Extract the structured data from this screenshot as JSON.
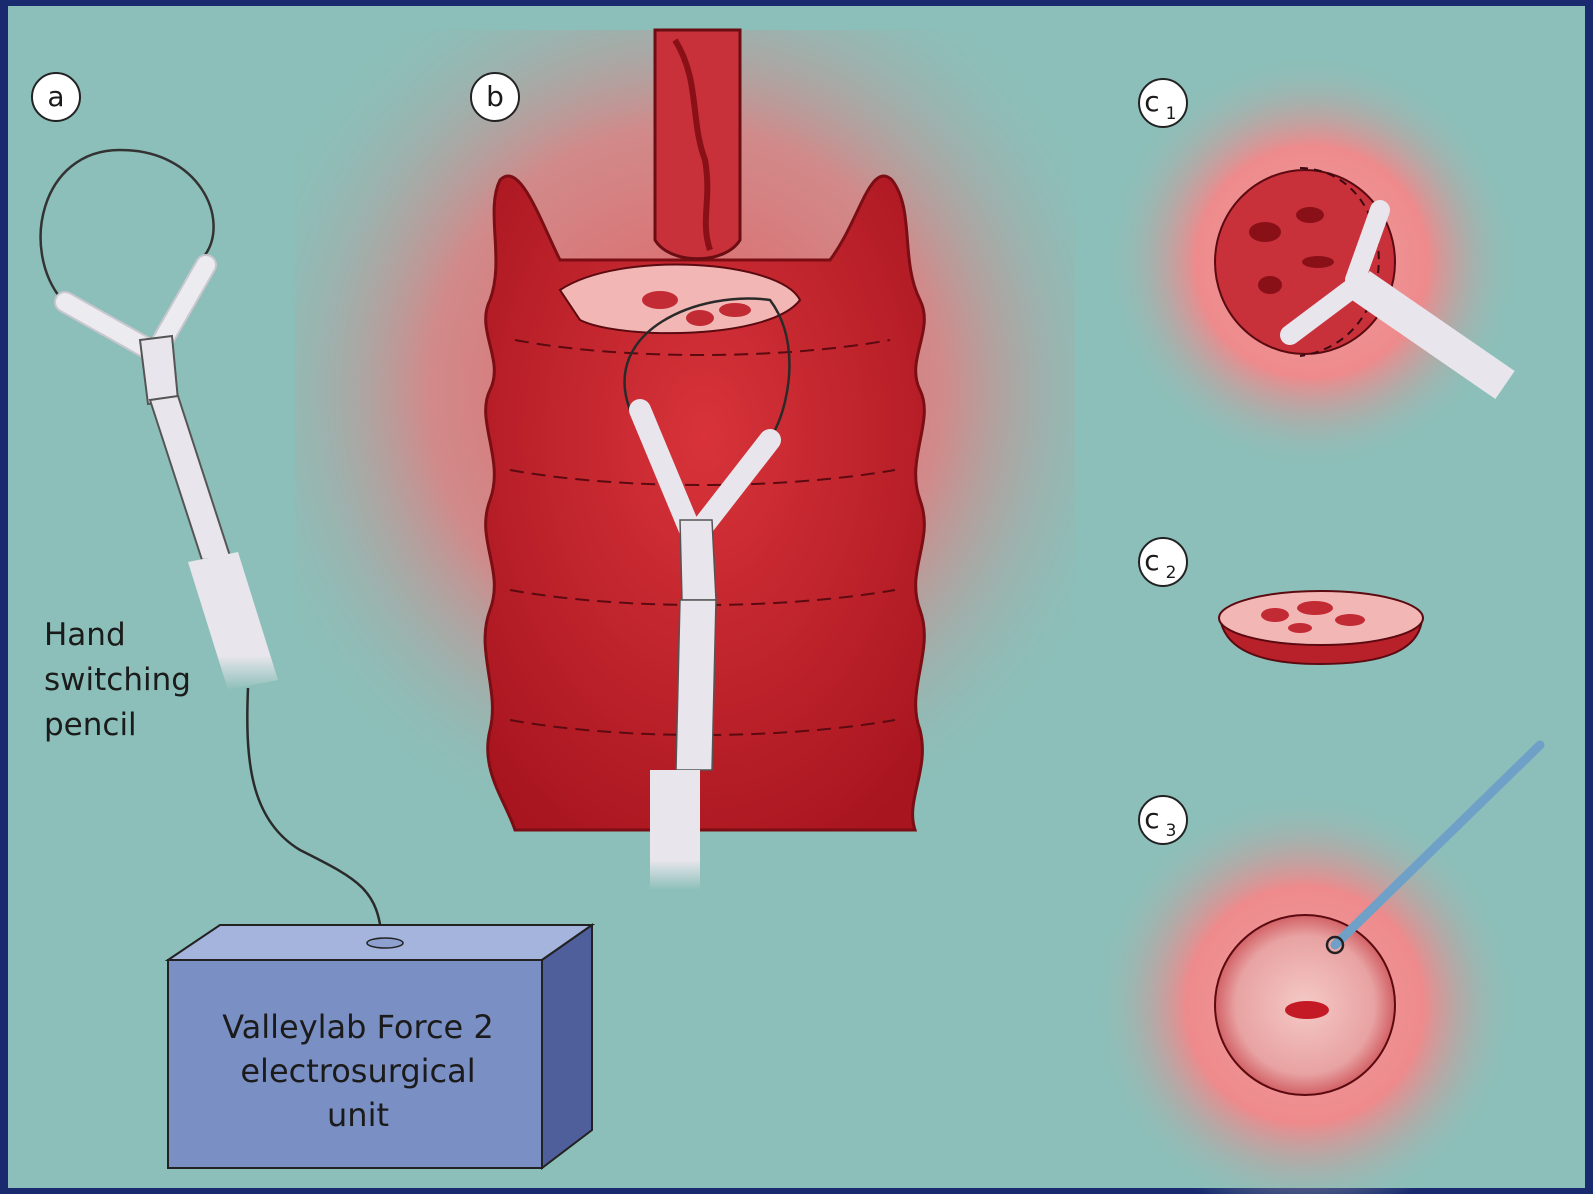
{
  "panels": {
    "a": {
      "badge": "a"
    },
    "b": {
      "badge": "b"
    },
    "c1": {
      "badge_letter": "c",
      "badge_sub": "1"
    },
    "c2": {
      "badge_letter": "c",
      "badge_sub": "2"
    },
    "c3": {
      "badge_letter": "c",
      "badge_sub": "3"
    }
  },
  "pencil_label": {
    "line1": "Hand",
    "line2": "switching",
    "line3": "pencil"
  },
  "unit_label": {
    "line1": "Valleylab Force 2",
    "line2": "electrosurgical",
    "line3": "unit"
  },
  "colors": {
    "frame": "#1a2a6e",
    "background": "#8cbfb9",
    "tissue": "#b8202a",
    "tissue_glow": "#e85a5e",
    "box_face": "#7a8fc4",
    "instrument": "#e8e6ec"
  }
}
